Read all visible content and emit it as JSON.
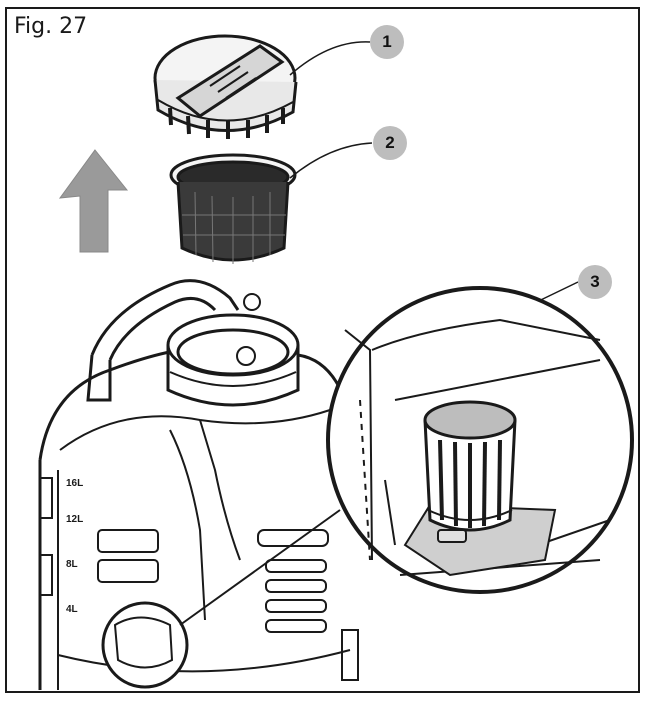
{
  "figure": {
    "label": "Fig. 27",
    "callouts": [
      "1",
      "2",
      "3"
    ],
    "tank_scale_marks": [
      "16L",
      "12L",
      "8L",
      "4L"
    ]
  },
  "colors": {
    "line": "#1a1a1a",
    "callout_fill": "#bdbdbd",
    "arrow_fill": "#9a9a9a",
    "filter_top": "#bdbdbd"
  }
}
